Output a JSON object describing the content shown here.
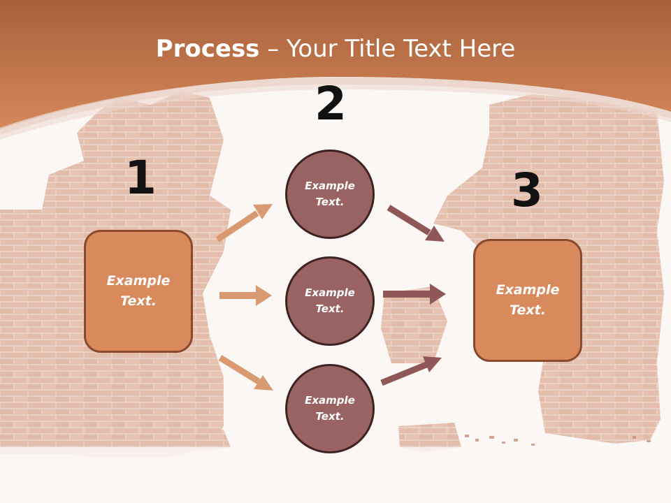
{
  "title": {
    "bold": "Process",
    "rest": " – Your Title Text Here"
  },
  "colors": {
    "header": "#c8764a",
    "box": "#d88a5c",
    "circle": "#9a6363",
    "arrow_light": "#d99a72",
    "arrow_dark": "#8f5757"
  },
  "steps": {
    "one": "1",
    "two": "2",
    "three": "3"
  },
  "boxes": {
    "left": "Example\nText.",
    "right": "Example\nText."
  },
  "circles": {
    "top": "Example\nText.",
    "middle": "Example\nText.",
    "bottom": "Example\nText."
  }
}
